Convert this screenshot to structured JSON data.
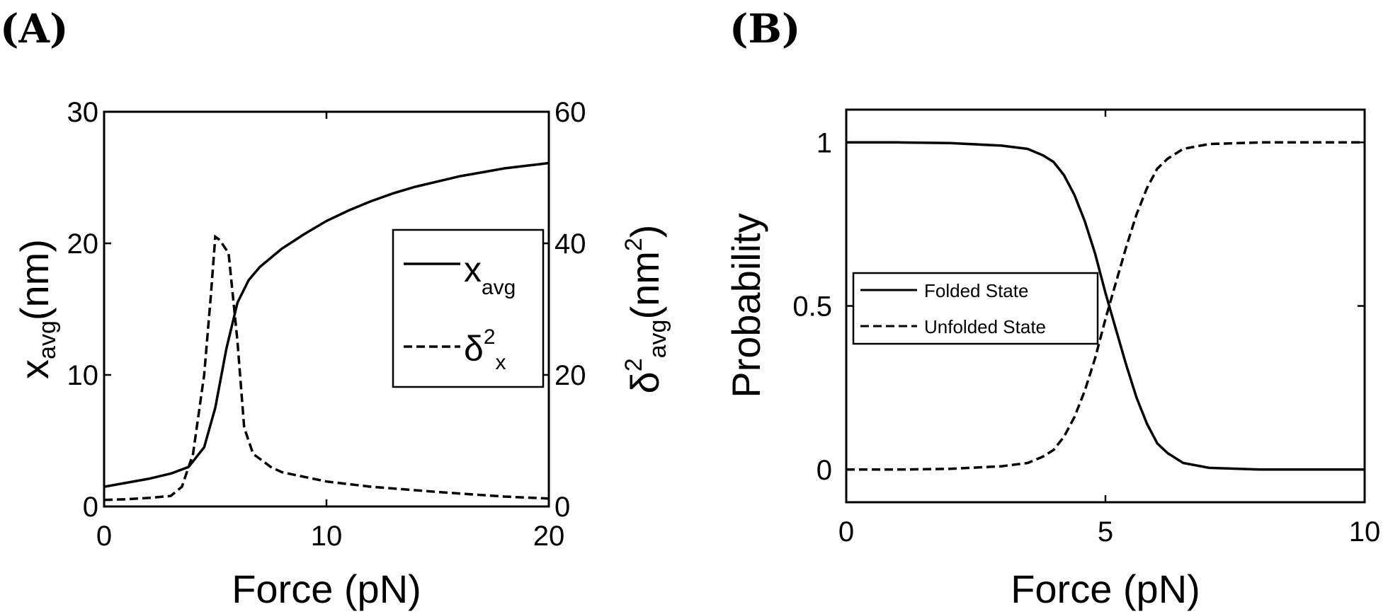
{
  "chart_data": [
    {
      "panel_label": "(A)",
      "type": "line",
      "xlabel": "Force (pN)",
      "ylabel_left": {
        "main": "x",
        "sub": "avg",
        "unit": "(nm)"
      },
      "ylabel_right": {
        "main": "δ",
        "sup": "2",
        "sub": "avg",
        "unit": "(nm",
        "unit_sup": "2",
        "unit_close": ")"
      },
      "xlim": [
        0,
        20
      ],
      "ylim_left": [
        0,
        30
      ],
      "ylim_right": [
        0,
        60
      ],
      "xticks": [
        "0",
        "10",
        "20"
      ],
      "yticks_left": [
        "0",
        "10",
        "20",
        "30"
      ],
      "yticks_right": [
        "0",
        "20",
        "40",
        "60"
      ],
      "legend": {
        "placement": "right",
        "entries": [
          {
            "main": "x",
            "sub": "avg",
            "style": "solid"
          },
          {
            "main": "δ",
            "sup": "2",
            "sub": "x",
            "style": "dashed"
          }
        ]
      },
      "series": [
        {
          "style": "solid",
          "axis": "left",
          "x": [
            0,
            1,
            2,
            3,
            3.8,
            4.5,
            5.0,
            5.5,
            6.0,
            6.5,
            7.0,
            8,
            9,
            10,
            11,
            12,
            13,
            14,
            15,
            16,
            17,
            18,
            19,
            20
          ],
          "y": [
            1.5,
            1.8,
            2.1,
            2.5,
            3.0,
            4.5,
            7.5,
            12.0,
            15.5,
            17.2,
            18.2,
            19.6,
            20.7,
            21.7,
            22.5,
            23.2,
            23.8,
            24.3,
            24.7,
            25.1,
            25.4,
            25.7,
            25.9,
            26.1
          ]
        },
        {
          "style": "dashed",
          "axis": "right",
          "x": [
            0,
            1,
            2,
            3,
            3.5,
            4.0,
            4.5,
            4.8,
            5.0,
            5.2,
            5.6,
            6.0,
            6.3,
            6.7,
            7.5,
            8,
            10,
            12,
            15,
            18,
            20
          ],
          "y": [
            1.0,
            1.1,
            1.3,
            1.6,
            3.0,
            8.0,
            20.0,
            32.0,
            41.0,
            40.5,
            38.5,
            25.0,
            12.0,
            8.0,
            6.0,
            5.2,
            3.8,
            3.0,
            2.2,
            1.5,
            1.2
          ]
        }
      ]
    },
    {
      "panel_label": "(B)",
      "type": "line",
      "xlabel": "Force (pN)",
      "ylabel": "Probability",
      "xlim": [
        0,
        10
      ],
      "ylim": [
        -0.1,
        1.1
      ],
      "xticks": [
        "0",
        "5",
        "10"
      ],
      "yticks": [
        "0",
        "0.5",
        "1"
      ],
      "legend": {
        "placement": "left",
        "entries": [
          {
            "label": "Folded State",
            "style": "solid"
          },
          {
            "label": "Unfolded State",
            "style": "dashed"
          }
        ]
      },
      "series": [
        {
          "name": "Folded State",
          "style": "solid",
          "x": [
            0,
            1,
            2,
            3,
            3.5,
            3.8,
            4.0,
            4.2,
            4.4,
            4.6,
            4.8,
            5.0,
            5.2,
            5.4,
            5.6,
            5.8,
            6.0,
            6.2,
            6.5,
            7.0,
            8,
            9,
            10
          ],
          "y": [
            1.0,
            1.0,
            0.998,
            0.99,
            0.98,
            0.96,
            0.94,
            0.9,
            0.84,
            0.76,
            0.66,
            0.54,
            0.43,
            0.32,
            0.22,
            0.14,
            0.08,
            0.05,
            0.02,
            0.005,
            0.0,
            0.0,
            0.0
          ]
        },
        {
          "name": "Unfolded State",
          "style": "dashed",
          "x": [
            0,
            1,
            2,
            3,
            3.5,
            3.8,
            4.0,
            4.2,
            4.4,
            4.6,
            4.8,
            5.0,
            5.2,
            5.4,
            5.6,
            5.8,
            6.0,
            6.2,
            6.5,
            7.0,
            8,
            9,
            10
          ],
          "y": [
            0.0,
            0.0,
            0.002,
            0.01,
            0.02,
            0.04,
            0.06,
            0.1,
            0.16,
            0.24,
            0.34,
            0.46,
            0.57,
            0.68,
            0.78,
            0.86,
            0.92,
            0.95,
            0.98,
            0.995,
            1.0,
            1.0,
            1.0
          ]
        }
      ]
    }
  ]
}
